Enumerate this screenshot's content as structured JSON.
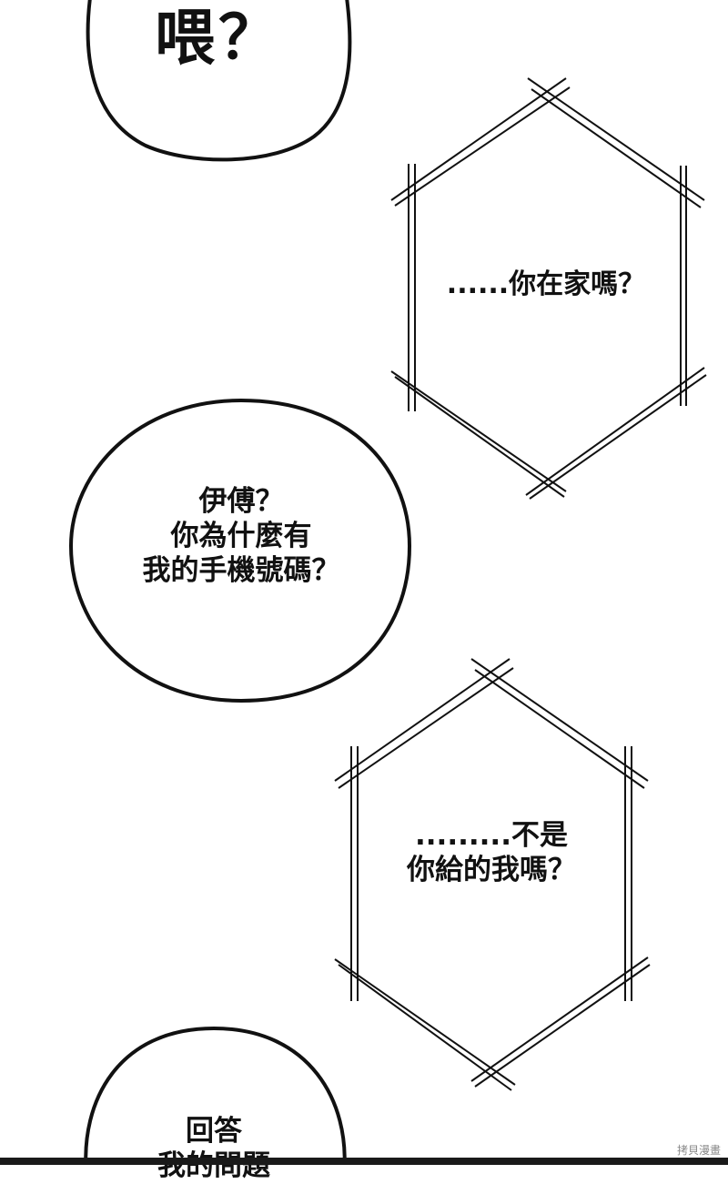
{
  "panel": {
    "bubble_1": {
      "text": "喂？"
    },
    "bubble_2": {
      "text": "......你在家嗎？"
    },
    "bubble_3": {
      "lines": [
        "伊傅？",
        "你為什麼有",
        "我的手機號碼？"
      ]
    },
    "bubble_4": {
      "lines": [
        ".........不是",
        "你給的我嗎？"
      ]
    },
    "bubble_5": {
      "lines": [
        "回答",
        "我的問題"
      ]
    }
  },
  "watermark": {
    "text": "拷貝漫畫"
  },
  "colors": {
    "background": "#ffffff",
    "ink": "#111111"
  }
}
